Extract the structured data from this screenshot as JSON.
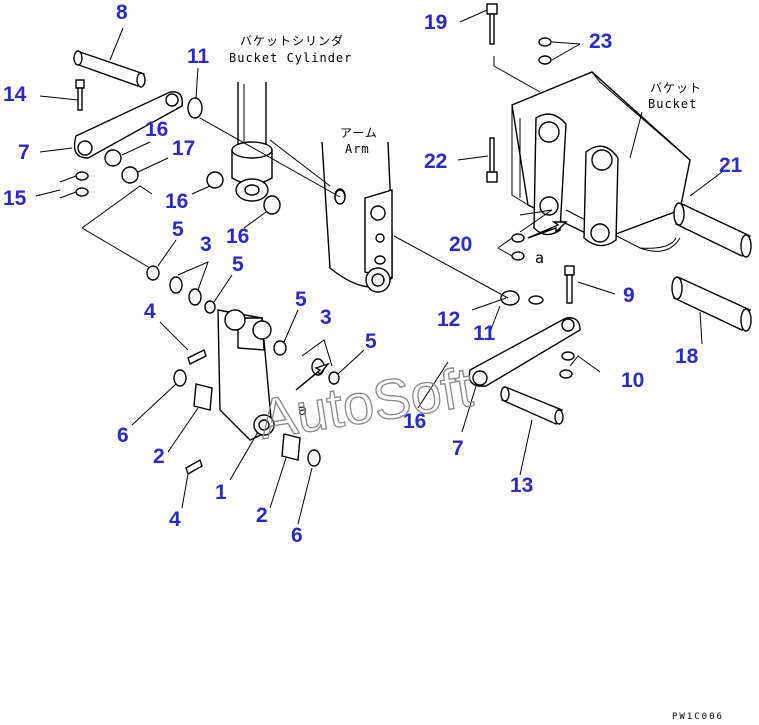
{
  "labels": {
    "bucket_cylinder_jp": "バケットシリンダ",
    "bucket_cylinder_en": "Bucket Cylinder",
    "arm_jp": "アーム",
    "arm_en": "Arm",
    "bucket_jp": "バケット",
    "bucket_en": "Bucket",
    "ref_a": "a",
    "watermark": "AutoSoft",
    "drawing_code": "PW1C006"
  },
  "callouts": [
    "8",
    "14",
    "7",
    "15",
    "16",
    "17",
    "11",
    "16",
    "16",
    "5",
    "3",
    "5",
    "4",
    "5",
    "3",
    "5",
    "6",
    "2",
    "1",
    "4",
    "2",
    "6",
    "19",
    "23",
    "22",
    "20",
    "21",
    "12",
    "11",
    "9",
    "18",
    "16",
    "10",
    "7",
    "13"
  ],
  "colors": {
    "callout": "#2a2acc",
    "linework": "#000000"
  }
}
